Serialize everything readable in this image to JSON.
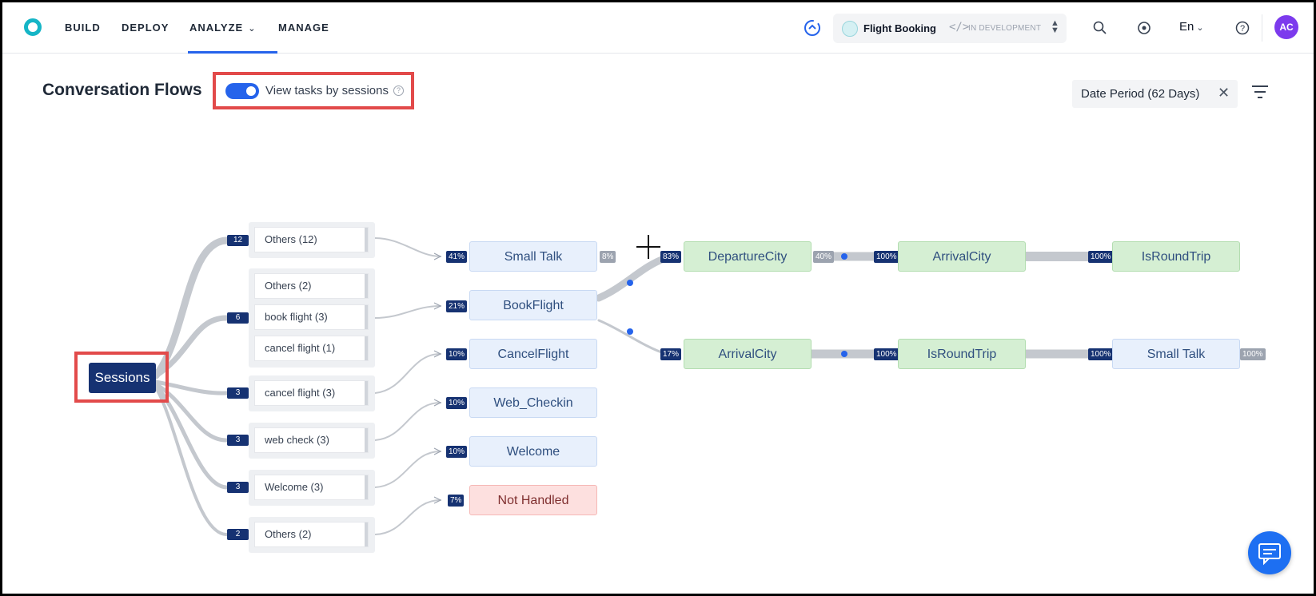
{
  "nav": {
    "items": [
      {
        "label": "BUILD"
      },
      {
        "label": "DEPLOY"
      },
      {
        "label": "ANALYZE"
      },
      {
        "label": "MANAGE"
      }
    ],
    "app_name": "Flight Booking",
    "app_status": "IN DEVELOPMENT",
    "language": "En",
    "avatar_initials": "AC"
  },
  "header": {
    "title": "Conversation Flows",
    "toggle_label": "View tasks by sessions",
    "toggle_on": true,
    "date_filter": "Date Period (62 Days)"
  },
  "flow": {
    "root": "Sessions",
    "intent_groups": [
      {
        "count": "12",
        "intents": [
          "Others (12)"
        ]
      },
      {
        "count": "6",
        "intents": [
          "Others (2)",
          "book flight (3)",
          "cancel flight (1)"
        ]
      },
      {
        "count": "3",
        "intents": [
          "cancel flight (3)"
        ]
      },
      {
        "count": "3",
        "intents": [
          "web check (3)"
        ]
      },
      {
        "count": "3",
        "intents": [
          "Welcome (3)"
        ]
      },
      {
        "count": "2",
        "intents": [
          "Others (2)"
        ]
      }
    ],
    "tasks": [
      {
        "pct": "41%",
        "name": "Small Talk",
        "exit": "8%"
      },
      {
        "pct": "21%",
        "name": "BookFlight"
      },
      {
        "pct": "10%",
        "name": "CancelFlight"
      },
      {
        "pct": "10%",
        "name": "Web_Checkin"
      },
      {
        "pct": "10%",
        "name": "Welcome"
      },
      {
        "pct": "7%",
        "name": "Not Handled"
      }
    ],
    "path_top": [
      {
        "pct": "83%",
        "name": "DepartureCity",
        "exit": "40%"
      },
      {
        "pct": "100%",
        "name": "ArrivalCity"
      },
      {
        "pct": "100%",
        "name": "IsRoundTrip"
      }
    ],
    "path_bottom": [
      {
        "pct": "17%",
        "name": "ArrivalCity"
      },
      {
        "pct": "100%",
        "name": "IsRoundTrip"
      },
      {
        "pct": "100%",
        "name": "Small Talk",
        "exit": "100%"
      }
    ]
  },
  "colors": {
    "accent": "#2563eb",
    "navy": "#163272",
    "highlight": "#e24a4a",
    "task_blue": "#e8f0fc",
    "task_green": "#d5efd3",
    "task_red": "#fde0df"
  }
}
